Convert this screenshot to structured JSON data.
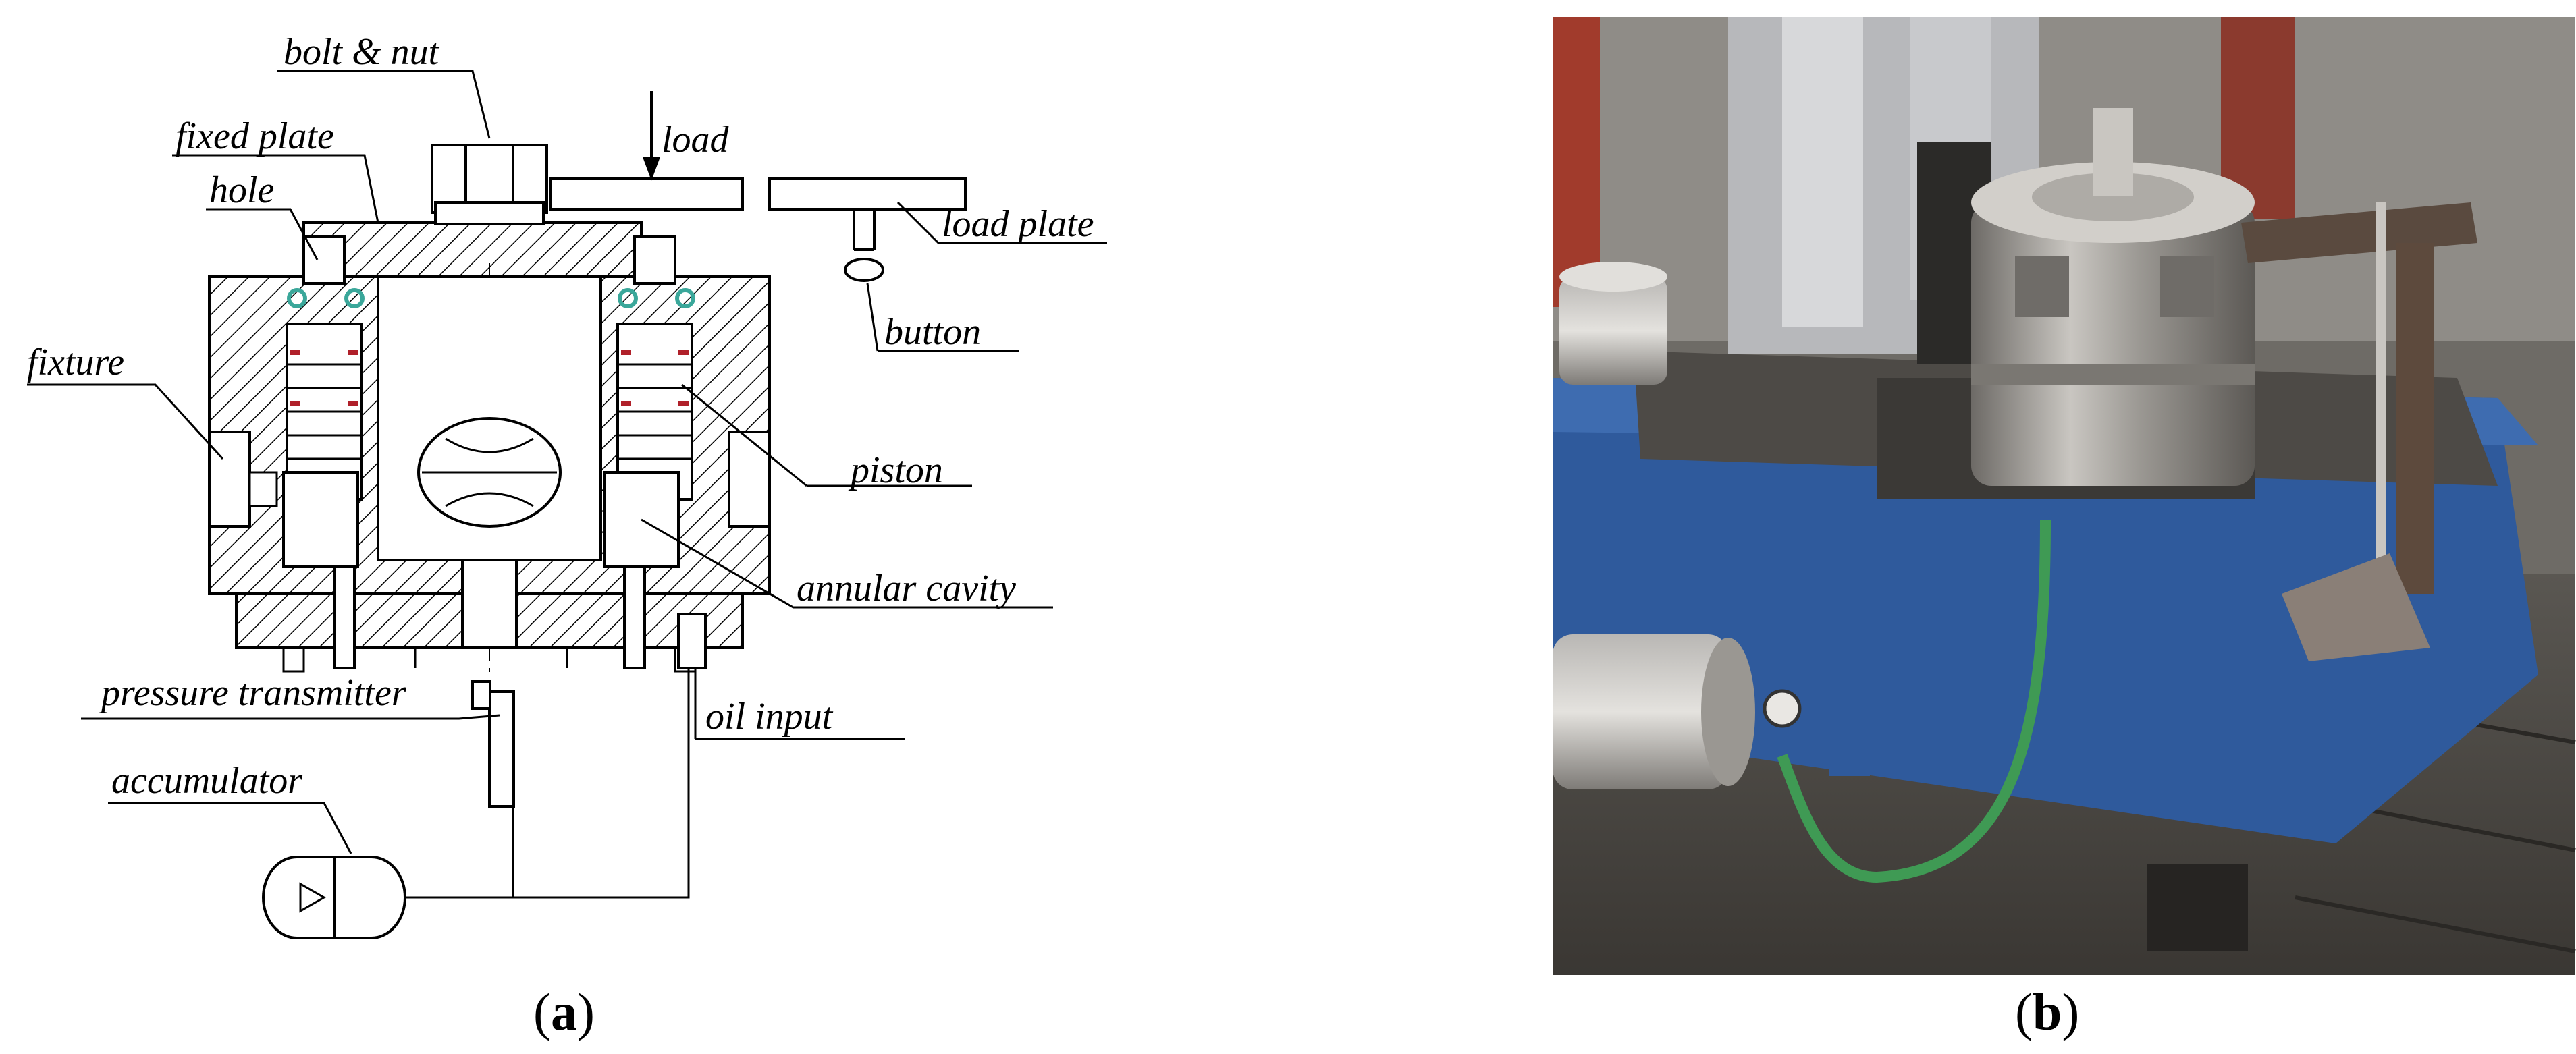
{
  "panel_a": {
    "caption_open": "(",
    "caption_letter": "a",
    "caption_close": ")",
    "labels": {
      "bolt_nut": "bolt & nut",
      "load": "load",
      "fixed_plate": "fixed plate",
      "hole": "hole",
      "load_plate": "load plate",
      "button": "button",
      "fixture": "fixture",
      "piston": "piston",
      "annular_cavity": "annular cavity",
      "pressure_transmitter": "pressure transmitter",
      "oil_input": "oil input",
      "accumulator": "accumulator"
    }
  },
  "panel_b": {
    "caption_open": "(",
    "caption_letter": "b",
    "caption_close": ")"
  },
  "colors": {
    "ink": "#000000",
    "seal_green": "#3aa79a",
    "seal_red": "#b0202a",
    "machine_blue": "#2f5a9c",
    "hose_green": "#3f9a54"
  }
}
